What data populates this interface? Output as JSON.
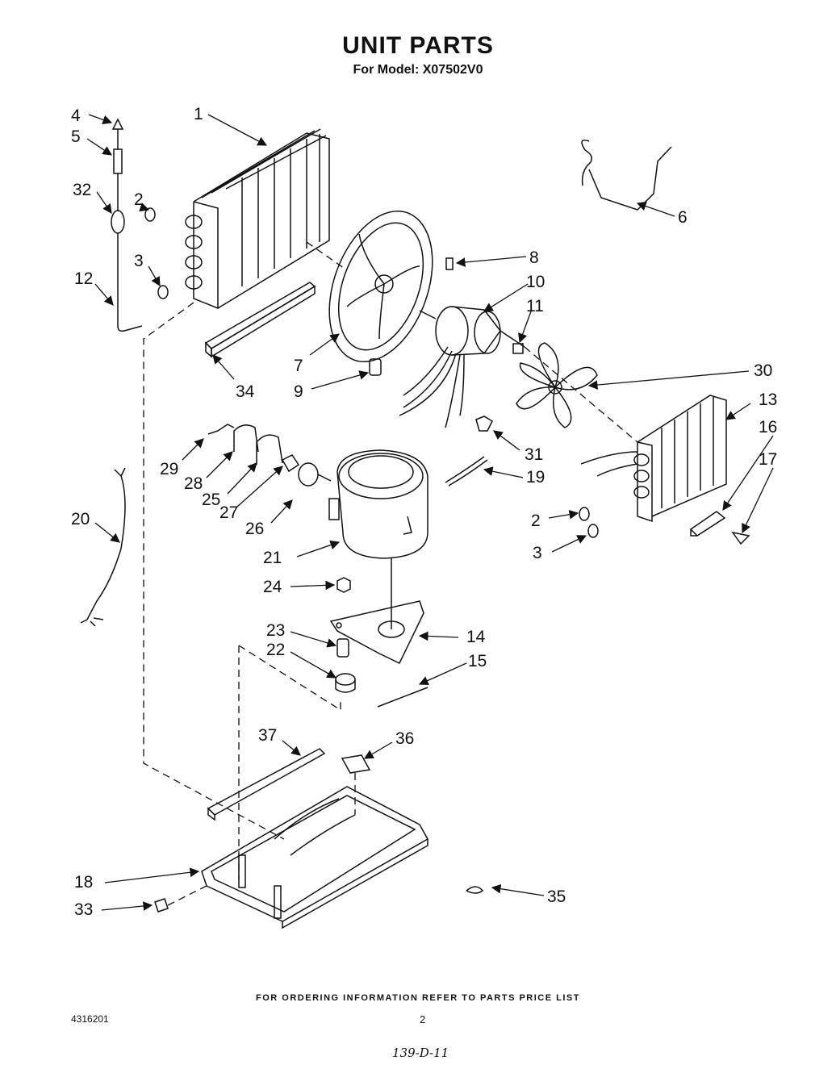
{
  "header": {
    "title": "UNIT PARTS",
    "subtitle": "For Model: X07502V0"
  },
  "callouts": [
    "4",
    "5",
    "32",
    "12",
    "1",
    "2",
    "3",
    "34",
    "8",
    "10",
    "11",
    "7",
    "9",
    "30",
    "13",
    "16",
    "17",
    "29",
    "28",
    "25",
    "27",
    "26",
    "20",
    "21",
    "31",
    "19",
    "24",
    "23",
    "22",
    "14",
    "15",
    "37",
    "36",
    "18",
    "33",
    "35",
    "6"
  ],
  "footer": {
    "ordering_note": "FOR ORDERING INFORMATION REFER TO PARTS PRICE LIST",
    "doc_number": "4316201",
    "page_number": "2",
    "handwritten_note": "139-D-11"
  }
}
